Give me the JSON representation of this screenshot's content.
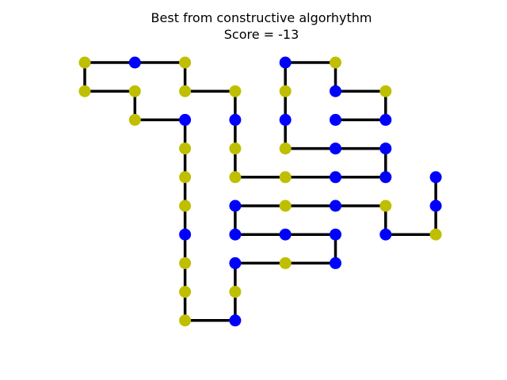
{
  "chart_data": {
    "type": "lattice-path",
    "title": "Best from constructive algorhythm",
    "subtitle": "Score = -13",
    "colors": {
      "H": "#0000ff",
      "P": "#bfbf00",
      "bond": "#000000"
    },
    "x_range": [
      0,
      7
    ],
    "y_range": [
      0,
      9
    ],
    "points": [
      {
        "x": 0,
        "y": 9,
        "t": "P"
      },
      {
        "x": 1,
        "y": 9,
        "t": "H"
      },
      {
        "x": 2,
        "y": 9,
        "t": "P"
      },
      {
        "x": 2,
        "y": 8,
        "t": "P"
      },
      {
        "x": 3,
        "y": 8,
        "t": "P"
      },
      {
        "x": 3,
        "y": 7,
        "t": "H"
      },
      {
        "x": 3,
        "y": 6,
        "t": "P"
      },
      {
        "x": 3,
        "y": 5,
        "t": "P"
      },
      {
        "x": 4,
        "y": 5,
        "t": "P"
      },
      {
        "x": 5,
        "y": 5,
        "t": "H"
      },
      {
        "x": 6,
        "y": 5,
        "t": "H"
      },
      {
        "x": 6,
        "y": 6,
        "t": "H"
      },
      {
        "x": 5,
        "y": 6,
        "t": "H"
      },
      {
        "x": 4,
        "y": 6,
        "t": "P"
      },
      {
        "x": 4,
        "y": 7,
        "t": "H"
      },
      {
        "x": 4,
        "y": 8,
        "t": "P"
      },
      {
        "x": 4,
        "y": 9,
        "t": "H"
      },
      {
        "x": 5,
        "y": 9,
        "t": "P"
      },
      {
        "x": 5,
        "y": 8,
        "t": "H"
      },
      {
        "x": 6,
        "y": 8,
        "t": "P"
      },
      {
        "x": 6,
        "y": 7,
        "t": "H"
      },
      {
        "x": 5,
        "y": 7,
        "t": "H"
      },
      {
        "x": 0,
        "y": 8,
        "t": "P"
      },
      {
        "x": 1,
        "y": 8,
        "t": "P"
      },
      {
        "x": 1,
        "y": 7,
        "t": "P"
      },
      {
        "x": 2,
        "y": 7,
        "t": "H"
      },
      {
        "x": 2,
        "y": 6,
        "t": "P"
      },
      {
        "x": 2,
        "y": 5,
        "t": "P"
      },
      {
        "x": 2,
        "y": 4,
        "t": "P"
      },
      {
        "x": 2,
        "y": 3,
        "t": "H"
      },
      {
        "x": 2,
        "y": 2,
        "t": "P"
      },
      {
        "x": 2,
        "y": 1,
        "t": "P"
      },
      {
        "x": 2,
        "y": 0,
        "t": "P"
      },
      {
        "x": 3,
        "y": 0,
        "t": "H"
      },
      {
        "x": 3,
        "y": 1,
        "t": "P"
      },
      {
        "x": 3,
        "y": 2,
        "t": "H"
      },
      {
        "x": 4,
        "y": 2,
        "t": "P"
      },
      {
        "x": 5,
        "y": 2,
        "t": "H"
      },
      {
        "x": 5,
        "y": 3,
        "t": "H"
      },
      {
        "x": 4,
        "y": 3,
        "t": "H"
      },
      {
        "x": 3,
        "y": 3,
        "t": "H"
      },
      {
        "x": 3,
        "y": 4,
        "t": "H"
      },
      {
        "x": 4,
        "y": 4,
        "t": "P"
      },
      {
        "x": 5,
        "y": 4,
        "t": "H"
      },
      {
        "x": 6,
        "y": 4,
        "t": "P"
      },
      {
        "x": 6,
        "y": 3,
        "t": "H"
      },
      {
        "x": 7,
        "y": 3,
        "t": "P"
      },
      {
        "x": 7,
        "y": 4,
        "t": "H"
      },
      {
        "x": 7,
        "y": 5,
        "t": "H"
      }
    ],
    "bonds": [
      [
        0,
        1
      ],
      [
        1,
        2
      ],
      [
        2,
        3
      ],
      [
        3,
        4
      ],
      [
        4,
        5
      ],
      [
        5,
        6
      ],
      [
        6,
        7
      ],
      [
        7,
        8
      ],
      [
        8,
        9
      ],
      [
        9,
        10
      ],
      [
        10,
        11
      ],
      [
        11,
        12
      ],
      [
        12,
        13
      ],
      [
        13,
        14
      ],
      [
        14,
        15
      ],
      [
        15,
        16
      ],
      [
        16,
        17
      ],
      [
        17,
        18
      ],
      [
        18,
        19
      ],
      [
        19,
        20
      ],
      [
        20,
        21
      ],
      [
        0,
        22
      ],
      [
        22,
        23
      ],
      [
        23,
        24
      ],
      [
        24,
        25
      ],
      [
        25,
        26
      ],
      [
        26,
        27
      ],
      [
        27,
        28
      ],
      [
        28,
        29
      ],
      [
        29,
        30
      ],
      [
        30,
        31
      ],
      [
        31,
        32
      ],
      [
        32,
        33
      ],
      [
        33,
        34
      ],
      [
        34,
        35
      ],
      [
        35,
        36
      ],
      [
        36,
        37
      ],
      [
        37,
        38
      ],
      [
        38,
        39
      ],
      [
        39,
        40
      ],
      [
        40,
        41
      ],
      [
        41,
        42
      ],
      [
        42,
        43
      ],
      [
        43,
        44
      ],
      [
        44,
        45
      ],
      [
        45,
        46
      ],
      [
        46,
        47
      ],
      [
        47,
        48
      ]
    ]
  }
}
